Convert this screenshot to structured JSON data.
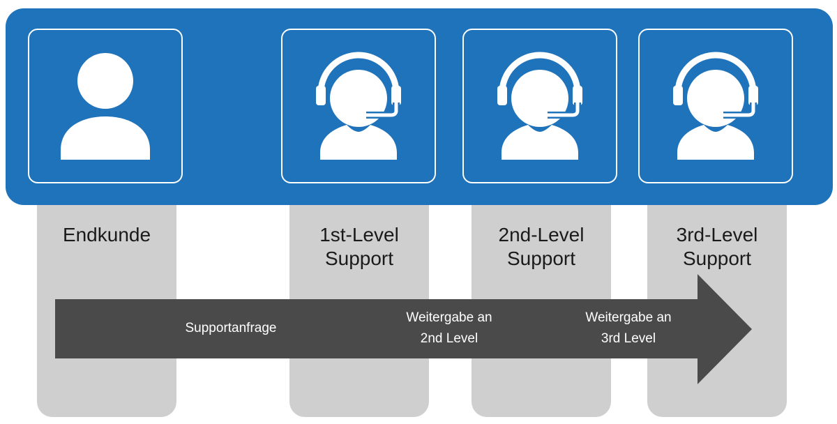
{
  "colors": {
    "banner": "#1f73bb",
    "tile": "#1f73bb",
    "column": "#cfcfcf",
    "arrow": "#4a4a4a",
    "icon": "#ffffff"
  },
  "roles": [
    {
      "icon": "person-icon",
      "line1": "Endkunde",
      "line2": ""
    },
    {
      "icon": "headset-agent-icon",
      "line1": "1st-Level",
      "line2": "Support"
    },
    {
      "icon": "headset-agent-icon",
      "line1": "2nd-Level",
      "line2": "Support"
    },
    {
      "icon": "headset-agent-icon",
      "line1": "3rd-Level",
      "line2": "Support"
    }
  ],
  "flow": {
    "steps": [
      {
        "line1": "Supportanfrage",
        "line2": ""
      },
      {
        "line1": "Weitergabe an",
        "line2": "2nd Level"
      },
      {
        "line1": "Weitergabe an",
        "line2": "3rd Level"
      }
    ]
  }
}
